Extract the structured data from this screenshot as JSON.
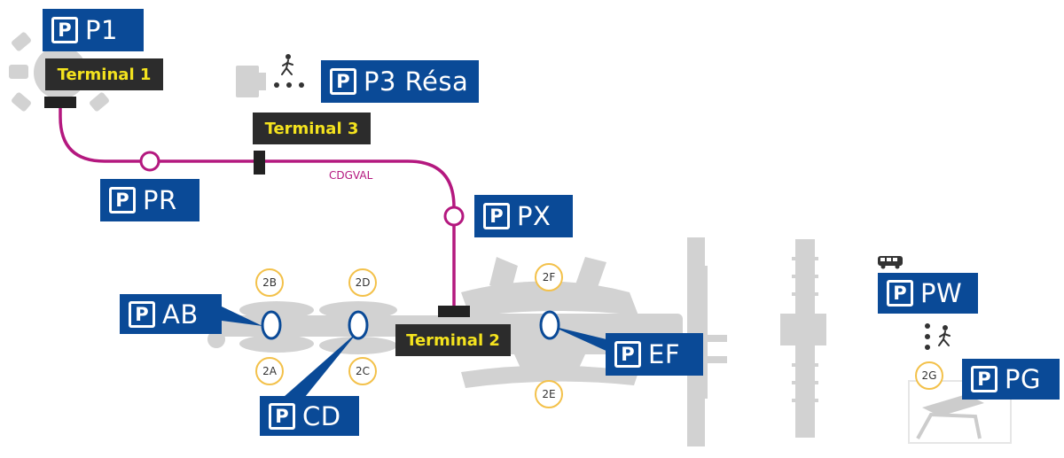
{
  "colors": {
    "parking_blue": "#0a4a97",
    "cdgval_line": "#b4187f",
    "terminal_label_bg": "#2c2c2c",
    "terminal_label_text": "#f4e31e",
    "zone_ring": "#f3c14a",
    "building_gray": "#d2d2d2"
  },
  "parking_symbol": "P",
  "parkings": {
    "p1": "P1",
    "p3resa": "P3 Résa",
    "pr": "PR",
    "px": "PX",
    "ab": "AB",
    "cd": "CD",
    "ef": "EF",
    "pw": "PW",
    "pg": "PG"
  },
  "terminals": {
    "t1": "Terminal 1",
    "t2": "Terminal 2",
    "t3": "Terminal 3"
  },
  "line_name": "CDGVAL",
  "zones": {
    "z2a": "2A",
    "z2b": "2B",
    "z2c": "2C",
    "z2d": "2D",
    "z2e": "2E",
    "z2f": "2F",
    "z2g": "2G"
  },
  "icons": [
    "walking-person-icon",
    "shuttle-bus-icon"
  ]
}
